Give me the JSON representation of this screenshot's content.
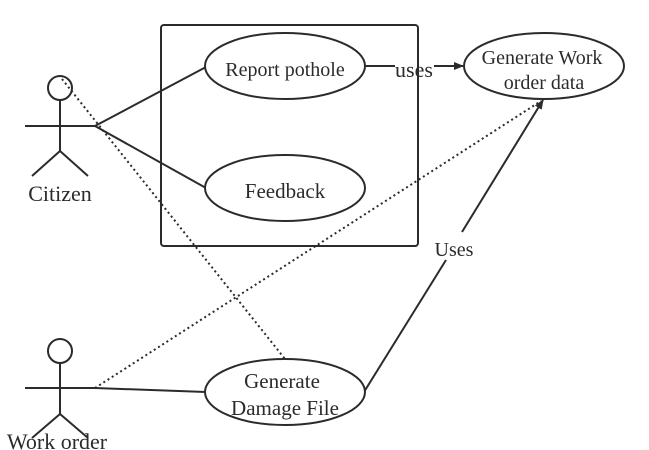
{
  "actors": {
    "citizen": "Citizen",
    "work_order": "Work order"
  },
  "use_cases": {
    "report_pothole": "Report pothole",
    "feedback": "Feedback",
    "generate_work_order_line1": "Generate Work",
    "generate_work_order_line2": "order data",
    "generate_damage_line1": "Generate",
    "generate_damage_line2": "Damage File"
  },
  "relations": {
    "uses_top": "uses",
    "uses_right": "Uses"
  }
}
